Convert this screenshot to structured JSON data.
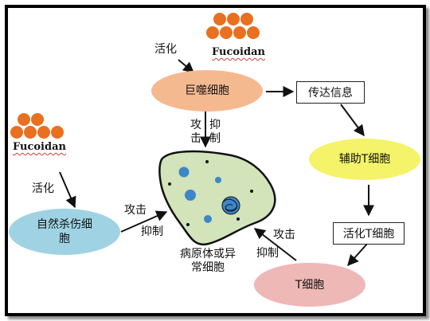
{
  "nodes": {
    "fucoidan_top": "Fucoidan",
    "fucoidan_left": "Fucoidan",
    "macrophage": "巨噬细胞",
    "transmit_info": "传达信息",
    "helper_t": "辅助T细胞",
    "activate_t": "活化T细胞",
    "t_cell": "T细胞",
    "nk_cell": "自然杀伤细胞",
    "pathogen": "病原体或异常细胞"
  },
  "edge_labels": {
    "activate_top": "活化",
    "activate_left": "活化",
    "macrophage_attack": "攻击",
    "macrophage_inhibit": "抑制",
    "nk_attack": "攻击",
    "nk_inhibit": "抑制",
    "t_attack": "攻击",
    "t_inhibit": "抑制"
  },
  "colors": {
    "particle": "#e8701f",
    "macrophage_fill": "#f5b990",
    "helper_fill": "#f4f36a",
    "nk_fill": "#9fd3e3",
    "t_fill": "#eeb8b6",
    "pathogen_fill": "#d3e3ba",
    "nucleus_fill": "#3e86c8"
  }
}
